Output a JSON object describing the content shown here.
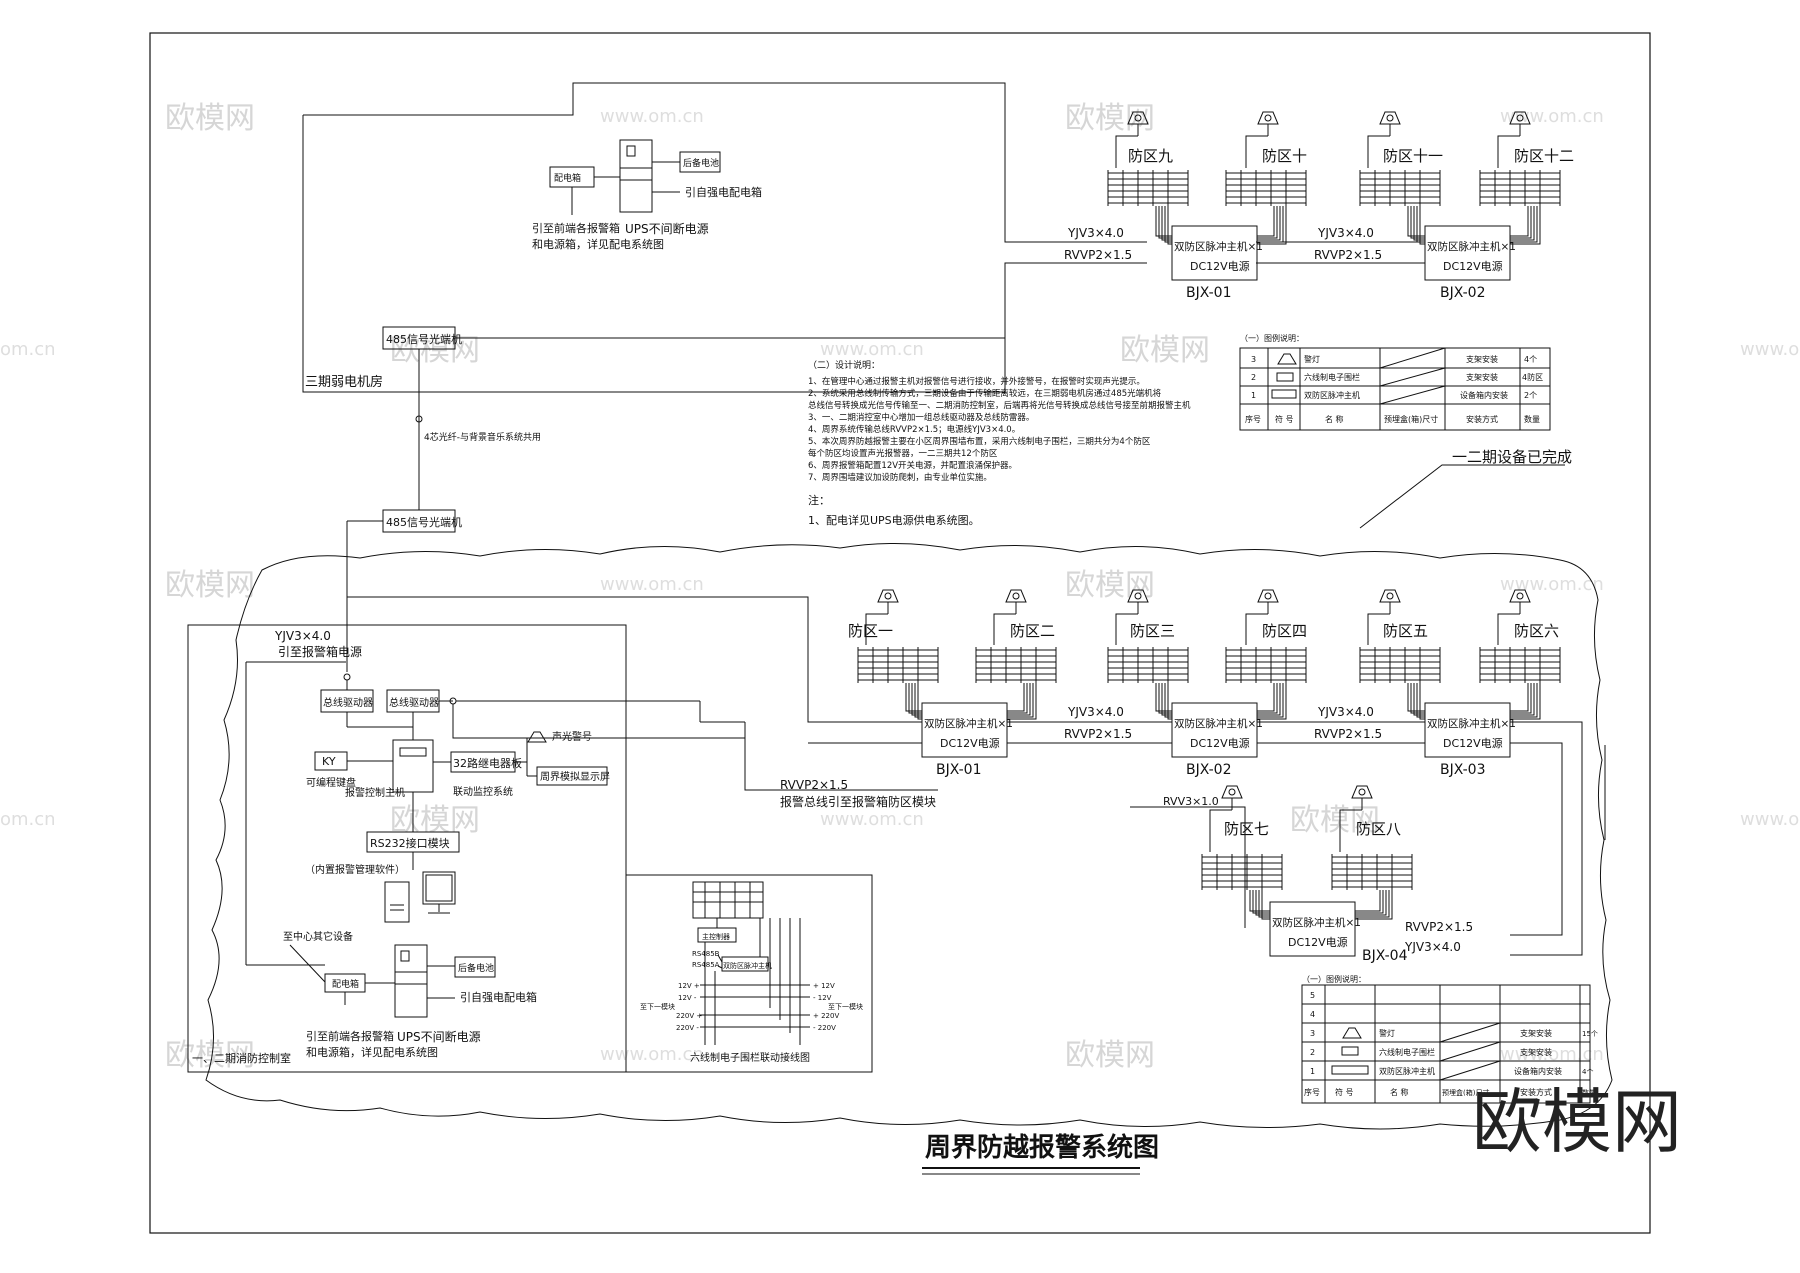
{
  "title": "周界防越报警系统图",
  "watermark": {
    "brand": "欧模网",
    "url": "www.om.cn",
    "url_short": "om.cn"
  },
  "upper_room": {
    "label": "三期弱电机房",
    "dist_box": "配电箱",
    "backup_battery": "后备电池",
    "from_box": "引自强电配电箱",
    "ups": "UPS不间断电源",
    "note1": "引至前端各报警箱",
    "note2": "和电源箱，详见配电系统图",
    "fiber_unit": "485信号光端机"
  },
  "fiber_link": {
    "label": "4芯光纤-与背景音乐系统共用",
    "fiber_unit": "485信号光端机"
  },
  "cable": {
    "power": "YJV3×4.0",
    "signal": "RVVP2×1.5",
    "power_small": "RVV3×1.0"
  },
  "host": {
    "line1": "双防区脉冲主机×1",
    "line2": "DC12V电源"
  },
  "zones": {
    "z1": "防区一",
    "z2": "防区二",
    "z3": "防区三",
    "z4": "防区四",
    "z5": "防区五",
    "z6": "防区六",
    "z7": "防区七",
    "z8": "防区八",
    "z9": "防区九",
    "z10": "防区十",
    "z11": "防区十一",
    "z12": "防区十二"
  },
  "boxes": {
    "b1": "BJX-01",
    "b2": "BJX-02",
    "b3": "BJX-03",
    "b4": "BJX-04"
  },
  "design_notes": {
    "heading": "（二）设计说明：",
    "lines": [
      "1、在管理中心通过报警主机对报警信号进行接收，并外接警号，在报警时实现声光提示。",
      "2、系统采用总线制传输方式，三期设备由于传输距离较远，在三期弱电机房通过485光端机将",
      "总线信号转换成光信号传输至一、二期消防控制室，后端再将光信号转换成总线信号接至前期报警主机",
      "3、一、二期消控室中心增加一组总线驱动器及总线防雷器。",
      "4、周界系统传输总线RVVP2×1.5；电源线YJV3×4.0。",
      "5、本次周界防越报警主要在小区周界围墙布置，采用六线制电子围栏，三期共分为4个防区",
      "每个防区均设置声光报警器，一二三期共12个防区",
      "6、周界报警箱配置12V开关电源，并配置浪涌保护器。",
      "7、周界围墙建议加设防爬刺，由专业单位实施。"
    ],
    "note_heading": "注：",
    "note1": "1、配电详见UPS电源供电系统图。"
  },
  "phase_done": "一二期设备已完成",
  "legend_top": {
    "heading": "（一）图例说明：",
    "rows": [
      {
        "no": "3",
        "name": "警灯",
        "install": "支架安装",
        "qty": "4个"
      },
      {
        "no": "2",
        "name": "六线制电子围栏",
        "install": "支架安装",
        "qty": "4防区"
      },
      {
        "no": "1",
        "name": "双防区脉冲主机",
        "install": "设备箱内安装",
        "qty": "2个"
      }
    ],
    "header": {
      "no": "序号",
      "sym": "符 号",
      "name": "名 称",
      "size": "预埋盒(箱)尺寸",
      "install": "安装方式",
      "qty": "数量"
    }
  },
  "legend_bottom": {
    "heading": "（一）图例说明：",
    "rows": [
      {
        "no": "5",
        "name": "",
        "install": "",
        "qty": ""
      },
      {
        "no": "4",
        "name": "",
        "install": "",
        "qty": ""
      },
      {
        "no": "3",
        "name": "警灯",
        "install": "支架安装",
        "qty": "15个"
      },
      {
        "no": "2",
        "name": "六线制电子围栏",
        "install": "支架安装",
        "qty": ""
      },
      {
        "no": "1",
        "name": "双防区脉冲主机",
        "install": "设备箱内安装",
        "qty": "4个"
      }
    ],
    "header": {
      "no": "序号",
      "sym": "符 号",
      "name": "名 称",
      "size": "预埋盒(箱)尺寸",
      "install": "安装方式",
      "qty": "数量"
    }
  },
  "control_room": {
    "label": "一、二期消防控制室",
    "power_line": "YJV3×4.0",
    "power_note": "引至报警箱电源",
    "bus_driver1": "总线驱动器",
    "bus_driver2": "总线驱动器",
    "ky": "KY",
    "keyboard": "可编程键盘",
    "alarm_host": "报警控制主机",
    "relay": "32路继电器板",
    "siren": "声光警号",
    "display": "周界模拟显示屏",
    "linkage": "联动监控系统",
    "rs232": "RS232接口模块",
    "software": "（内置报警管理软件）",
    "to_center": "至中心其它设备",
    "dist_box": "配电箱",
    "backup_battery": "后备电池",
    "from_box": "引自强电配电箱",
    "ups": "UPS不间断电源",
    "note1": "引至前端各报警箱",
    "note2": "和电源箱，详见配电系统图",
    "bus_line": "RVVP2×1.5",
    "bus_note": "报警总线引至报警箱防区模块"
  },
  "wiring": {
    "title": "六线制电子围栏联动接线图",
    "controller": "主控制器",
    "pulse": "双防区脉冲主机",
    "rs485b": "RS485B",
    "rs485a": "RS485A",
    "v12p": "12V +",
    "v12m": "12V -",
    "v220p": "220V +",
    "v220m": "220V -",
    "r12p": "+ 12V",
    "r12m": "- 12V",
    "r220p": "+ 220V",
    "r220m": "- 220V",
    "to_next_left": "至下一模块",
    "to_next_right": "至下一模块"
  }
}
